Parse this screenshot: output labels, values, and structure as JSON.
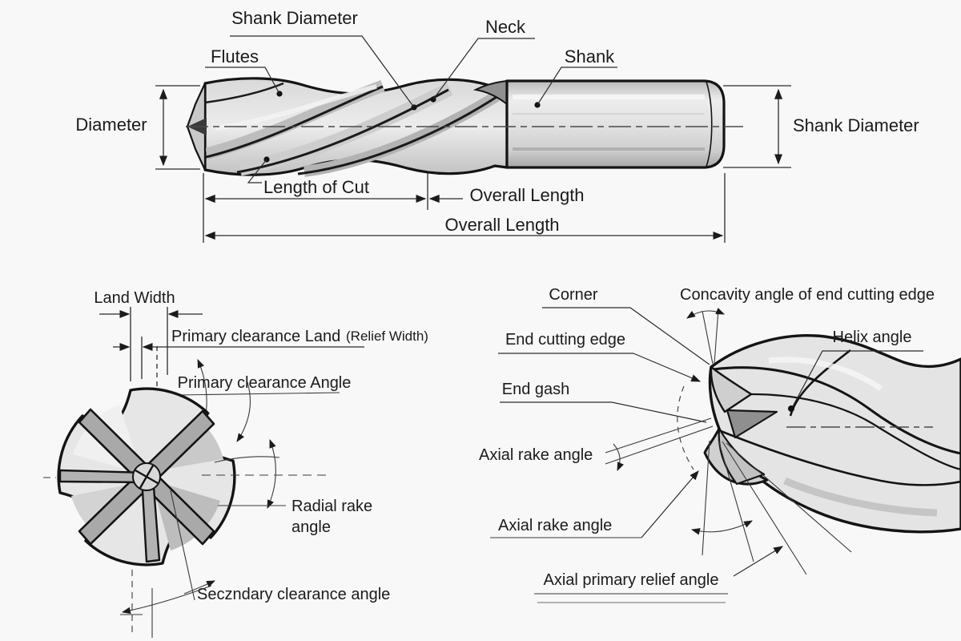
{
  "diagram": {
    "side_view": {
      "labels": {
        "shank_diameter_top": "Shank Diameter",
        "neck": "Neck",
        "flutes": "Flutes",
        "shank": "Shank",
        "diameter": "Diameter",
        "shank_diameter_right": "Shank Diameter",
        "length_of_cut": "Length of Cut",
        "overall_length_upper": "Overall Length",
        "overall_length_lower": "Overall Length"
      }
    },
    "end_view": {
      "labels": {
        "land_width": "Land Width",
        "primary_clearance_land": "Primary clearance Land",
        "relief_width_note": "(Relief Width)",
        "primary_clearance_angle": "Primary clearance Angle",
        "radial_rake_line1": "Radial rake",
        "radial_rake_line2": "angle",
        "secondary_clearance_angle": "Seczndary clearance angle"
      }
    },
    "tip_view": {
      "labels": {
        "corner": "Corner",
        "concavity_angle": "Concavity angle of end cutting edge",
        "end_cutting_edge": "End cutting edge",
        "helix_angle": "Helix angle",
        "end_gash": "End gash",
        "axial_rake_angle_1": "Axial rake angle",
        "axial_rake_angle_2": "Axial rake angle",
        "axial_primary_relief_angle": "Axial primary relief angle"
      }
    },
    "colors": {
      "background": "#f8f8f8",
      "ink": "#1b1b1b",
      "metal_light": "#e4e4e4",
      "metal_mid": "#c6c6c6",
      "metal_dark": "#8f8f8f"
    }
  }
}
